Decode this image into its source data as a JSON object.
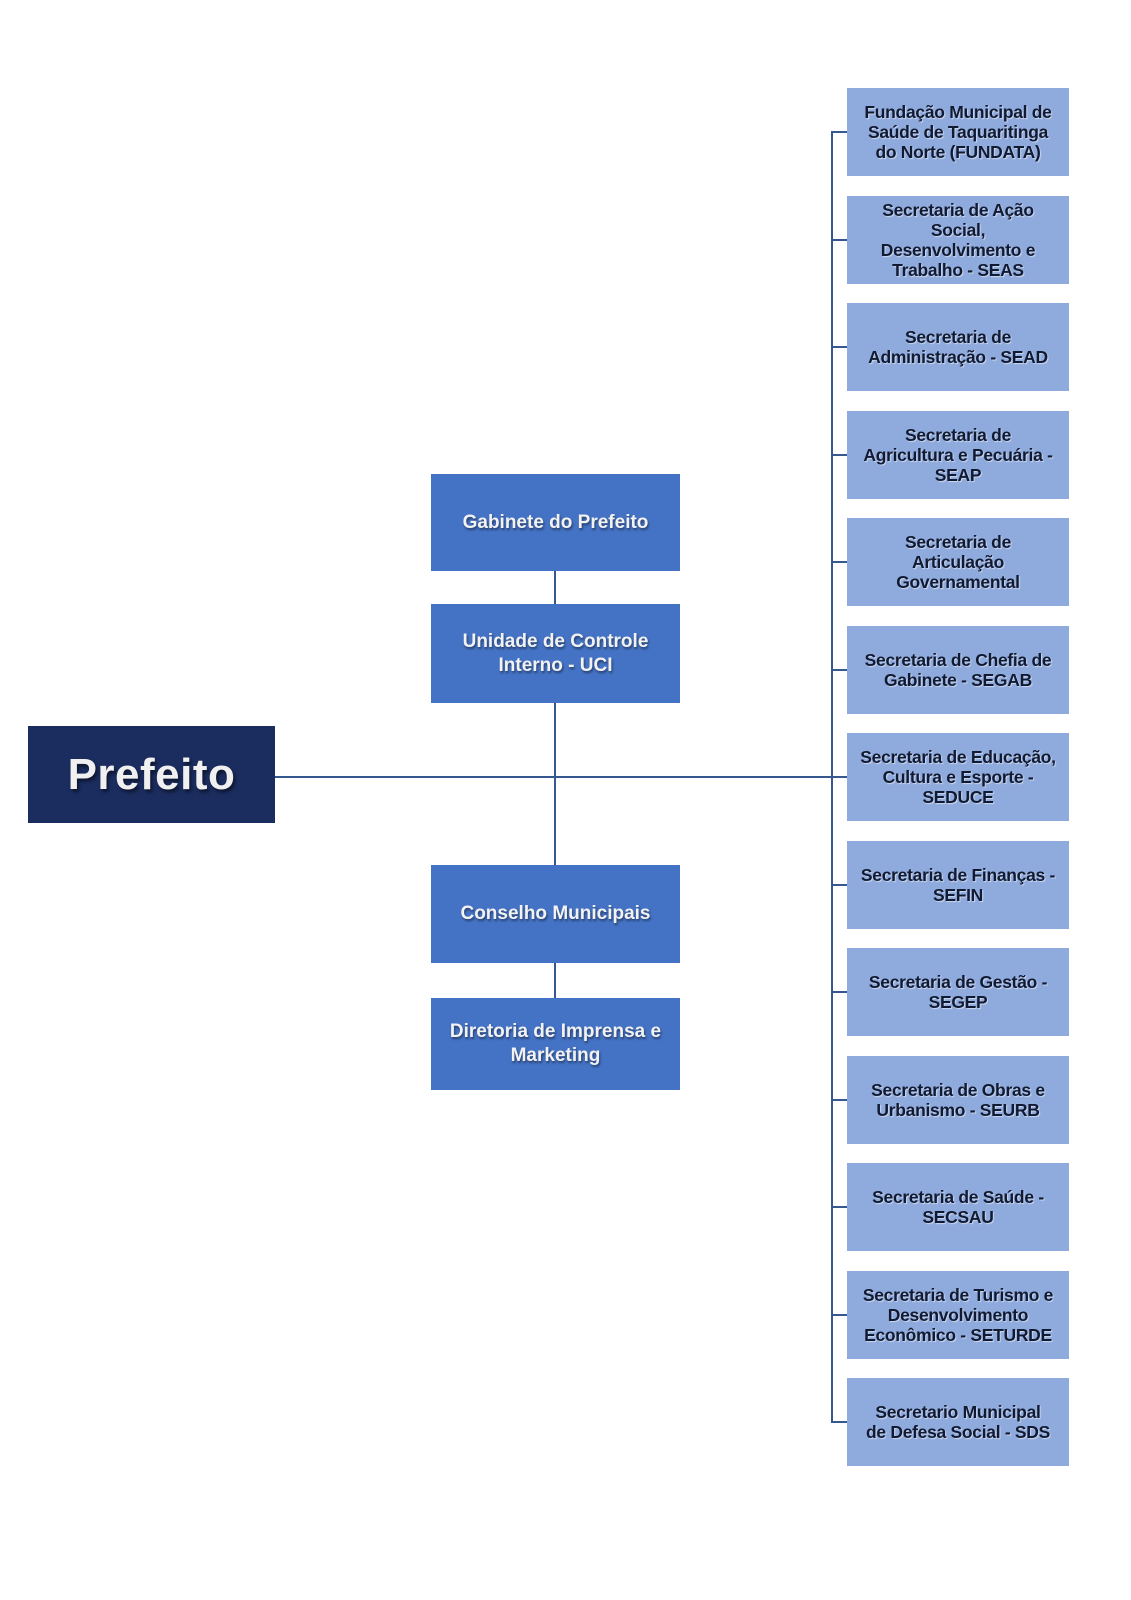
{
  "root": {
    "label": "Prefeito"
  },
  "executive_column": [
    {
      "label": "Gabinete do Prefeito"
    },
    {
      "label": "Unidade de Controle\nInterno - UCI"
    },
    {
      "label": "Conselho Municipais"
    },
    {
      "label": "Diretoria de Imprensa e\nMarketing"
    }
  ],
  "secretariats": [
    {
      "label": "Fundação Municipal de\nSaúde de Taquaritinga\ndo Norte (FUNDATA)"
    },
    {
      "label": "Secretaria de Ação\nSocial,\nDesenvolvimento e\nTrabalho - SEAS"
    },
    {
      "label": "Secretaria de\nAdministração - SEAD"
    },
    {
      "label": "Secretaria de\nAgricultura e Pecuária -\nSEAP"
    },
    {
      "label": "Secretaria de\nArticulação\nGovernamental"
    },
    {
      "label": "Secretaria de Chefia de\nGabinete - SEGAB"
    },
    {
      "label": "Secretaria de Educação,\nCultura e Esporte -\nSEDUCE"
    },
    {
      "label": "Secretaria de Finanças -\nSEFIN"
    },
    {
      "label": "Secretaria de Gestão -\nSEGEP"
    },
    {
      "label": "Secretaria de Obras e\nUrbanismo - SEURB"
    },
    {
      "label": "Secretaria de Saúde -\nSECSAU"
    },
    {
      "label": "Secretaria de Turismo e\nDesenvolvimento\nEconômico - SETURDE"
    },
    {
      "label": "Secretario Municipal\nde Defesa Social - SDS"
    }
  ],
  "colors": {
    "page-bg": "#FFFFFF",
    "root-fill": "#1B2C5F",
    "root-text": "#F0F0F0",
    "node-fill": "#4472C4",
    "node-text": "#F2F2F2",
    "sec-fill": "#8FAADC",
    "sec-text": "#111A33",
    "line": "#35598F"
  }
}
